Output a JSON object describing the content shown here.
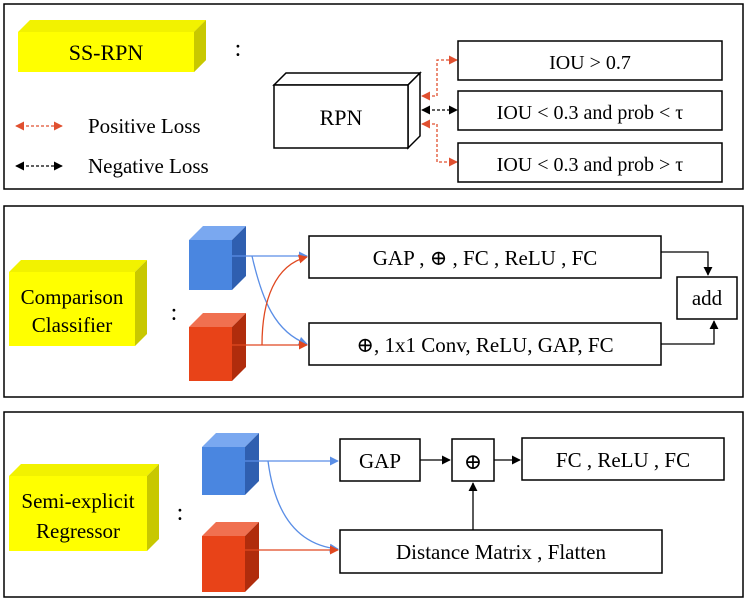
{
  "colors": {
    "yellow_face": "#ffff00",
    "yellow_side": "#d6d600",
    "yellow_top": "#f2f200",
    "blue_face": "#4a86e0",
    "blue_side": "#2f5fb0",
    "blue_top": "#7aa8f0",
    "red_face": "#e84318",
    "red_side": "#b02c0c",
    "red_top": "#f07050",
    "positive_arrow": "#e05030",
    "negative_arrow": "#000000",
    "blue_arrow": "#5a8ee6",
    "red_arrow": "#e04820"
  },
  "ss_rpn": {
    "label": "SS-RPN",
    "colon": ":",
    "legend": {
      "positive": "Positive Loss",
      "negative": "Negative Loss"
    },
    "rpn_label": "RPN",
    "conditions": [
      {
        "text": "IOU > 0.7",
        "loss": "positive"
      },
      {
        "text": "IOU < 0.3 and prob < τ",
        "loss": "negative"
      },
      {
        "text": "IOU < 0.3 and prob > τ",
        "loss": "positive"
      }
    ]
  },
  "comparison": {
    "label_line1": "Comparison",
    "label_line2": "Classifier",
    "colon": ":",
    "top_box": "GAP , ⊕ , FC , ReLU , FC",
    "bottom_box": "⊕,  1x1 Conv, ReLU, GAP, FC",
    "add_box": "add"
  },
  "regressor": {
    "label_line1": "Semi-explicit",
    "label_line2": "Regressor",
    "colon": ":",
    "gap_box": "GAP",
    "oplus_box": "⊕",
    "fc_box": "FC , ReLU , FC",
    "distance_box": "Distance Matrix , Flatten"
  }
}
